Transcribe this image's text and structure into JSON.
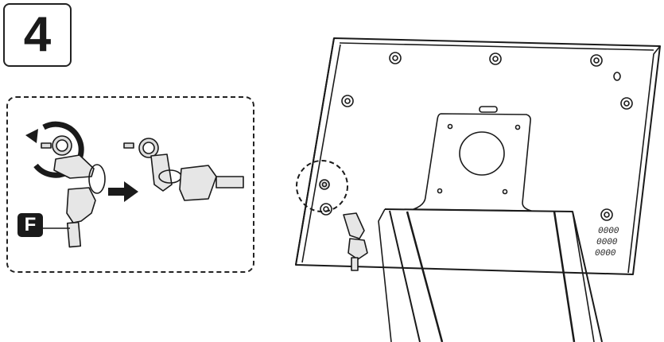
{
  "step": {
    "number": "4"
  },
  "detail_panel": {
    "callout_label": "F",
    "description": "Key rotated counter-clockwise, then removed from lock"
  },
  "colors": {
    "line": "#1a1a1a",
    "fill_gray": "#e6e6e6",
    "background": "#ffffff"
  }
}
